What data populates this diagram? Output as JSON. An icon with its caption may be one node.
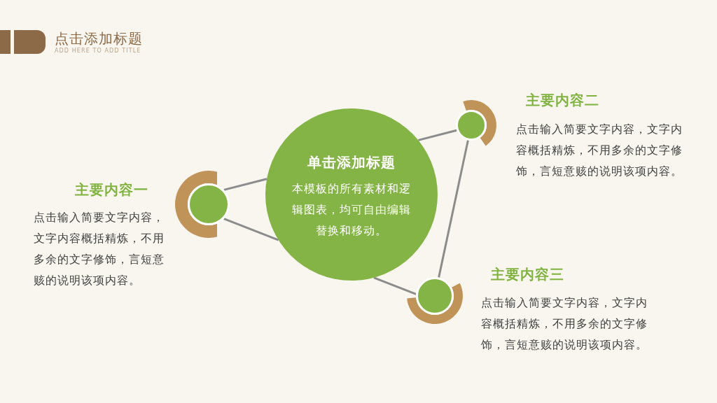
{
  "diagram": {
    "title": "点击添加标题",
    "nodes": [
      {
        "text": [
          "单击添加标题",
          "本模板的所有素材和逻辑图表，均可自由编辑替换和移动。"
        ]
      },
      {
        "text": [],
        "shape": "circle",
        "beside": [
          "主要内容一",
          "点击输入简要文字内容，文字内容概括精炼，不用多余的文字修饰，言短意赅的说明该项内容。"
        ]
      },
      {
        "text": [],
        "shape": "circle",
        "beside": [
          "主要内容二",
          "点击输入简要文字内容，文字内容概括精炼，不用多余的文字修饰，言短意赅的说明该项内容。"
        ]
      },
      {
        "text": [],
        "shape": "circle",
        "beside": [
          "主要内容三",
          "点击输入简要文字内容，文字内容概括精炼，不用多余的文字修饰，言短意赅的说明该项内容。"
        ]
      }
    ],
    "edges": [
      {
        "from": 1,
        "to": 0,
        "arrow": "none"
      },
      {
        "from": 1,
        "to": 0,
        "arrow": "none"
      },
      {
        "from": 0,
        "to": 2,
        "arrow": "none"
      },
      {
        "from": 0,
        "to": 3,
        "arrow": "none"
      },
      {
        "from": 2,
        "to": 3,
        "arrow": "none"
      }
    ],
    "labels": [
      "ADD HERE TO ADD TITLE"
    ]
  }
}
